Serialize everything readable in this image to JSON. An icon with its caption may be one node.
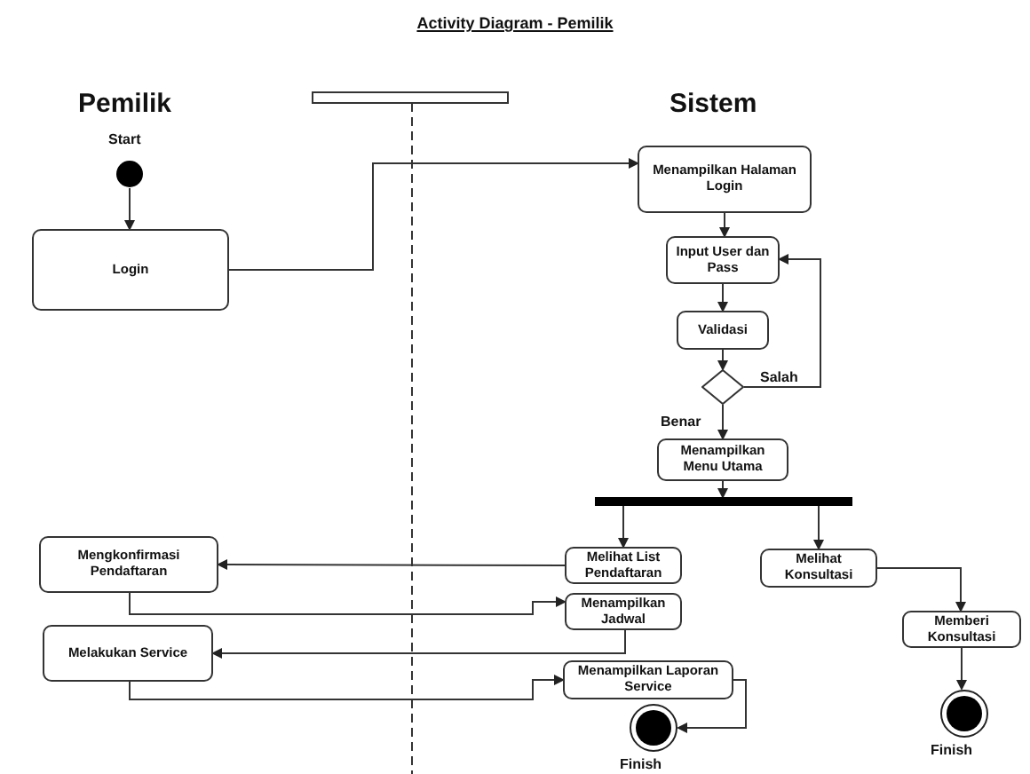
{
  "diagram": {
    "title": "Activity Diagram - Pemilik",
    "nodes": [
      {
        "text": [],
        "shape": "circle",
        "beside": [
          "Start"
        ]
      },
      {
        "text": [
          "Login"
        ]
      },
      {
        "text": [
          "Menampilkan Halaman Login"
        ]
      },
      {
        "text": [
          "Input User dan Pass"
        ]
      },
      {
        "text": [
          "Validasi"
        ]
      },
      {
        "text": [],
        "shape": "diamond"
      },
      {
        "text": [
          "Menampilkan Menu Utama"
        ]
      },
      {
        "text": [],
        "shape": "bar"
      },
      {
        "text": [
          "Melihat List Pendaftaran"
        ]
      },
      {
        "text": [
          "Melihat Konsultasi"
        ]
      },
      {
        "text": [
          "Mengkonfirmasi Pendaftaran"
        ]
      },
      {
        "text": [
          "Menampilkan Jadwal"
        ]
      },
      {
        "text": [
          "Memberi Konsultasi"
        ]
      },
      {
        "text": [
          "Melakukan Service"
        ]
      },
      {
        "text": [
          "Menampilkan Laporan Service"
        ]
      },
      {
        "text": [],
        "shape": "circle",
        "beside": [
          "Finish"
        ]
      },
      {
        "text": [],
        "shape": "circle",
        "beside": [
          "Finish"
        ]
      }
    ],
    "edges": [
      {
        "from": 0,
        "to": 1,
        "arrow": "to"
      },
      {
        "from": 1,
        "to": 2,
        "arrow": "to"
      },
      {
        "from": 2,
        "to": 3,
        "arrow": "to"
      },
      {
        "from": 3,
        "to": 4,
        "arrow": "to"
      },
      {
        "from": 4,
        "to": 5,
        "arrow": "to"
      },
      {
        "from": 5,
        "to": 3,
        "arrow": "to",
        "label": "Salah"
      },
      {
        "from": 5,
        "to": 6,
        "arrow": "to",
        "label": "Benar"
      },
      {
        "from": 6,
        "to": 7,
        "arrow": "to"
      },
      {
        "from": 7,
        "to": 8,
        "arrow": "to"
      },
      {
        "from": 7,
        "to": 9,
        "arrow": "to"
      },
      {
        "from": 8,
        "to": 10,
        "arrow": "to"
      },
      {
        "from": 10,
        "to": 11,
        "arrow": "to"
      },
      {
        "from": 11,
        "to": 13,
        "arrow": "to"
      },
      {
        "from": 13,
        "to": 14,
        "arrow": "to"
      },
      {
        "from": 14,
        "to": 15,
        "arrow": "to"
      },
      {
        "from": 9,
        "to": 12,
        "arrow": "to"
      },
      {
        "from": 12,
        "to": 16,
        "arrow": "to"
      }
    ],
    "labels": [
      "Pemilik",
      "Sistem"
    ]
  }
}
